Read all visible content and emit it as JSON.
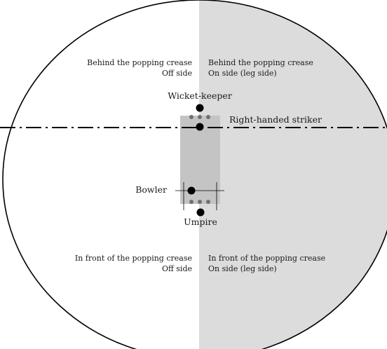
{
  "colors": {
    "field": "#ffffff",
    "on_side_shading": "#dcdcdc",
    "pitch": "#c4c4c4",
    "outline": "#000000",
    "stumps": "#707070",
    "player": "#000000"
  },
  "quadrants": {
    "behind_off": {
      "line1": "Behind the popping crease",
      "line2": "Off side"
    },
    "behind_on": {
      "line1": "Behind the popping crease",
      "line2": "On side (leg side)"
    },
    "front_off": {
      "line1": "In front of the popping crease",
      "line2": "Off side"
    },
    "front_on": {
      "line1": "In front of the popping crease",
      "line2": "On side (leg side)"
    }
  },
  "players": {
    "wicket_keeper": "Wicket-keeper",
    "striker": "Right-handed striker",
    "bowler": "Bowler",
    "umpire": "Umpire"
  }
}
